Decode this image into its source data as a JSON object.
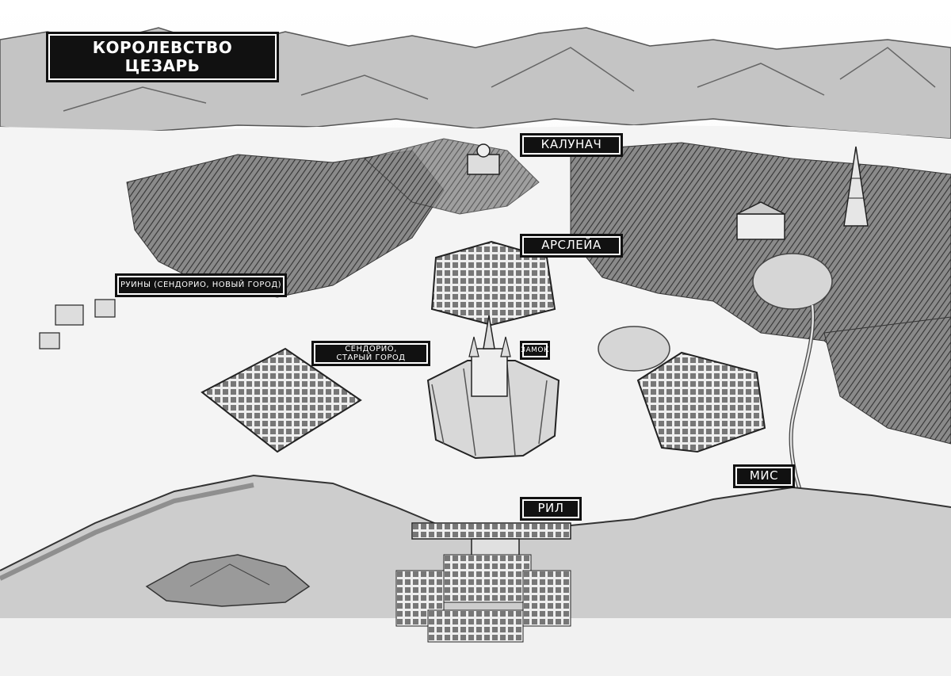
{
  "title": {
    "line1": "КОРОЛЕВСТВО",
    "line2": "ЦЕЗАРЬ"
  },
  "places": {
    "kalunach": "КАЛУНАЧ",
    "arsleya": "АРСЛЕЙА",
    "ruins": "РУИНЫ (СЕНДОРИО, НОВЫЙ ГОРОД)",
    "sendorio_line1": "СЕНДОРИО,",
    "sendorio_line2": "СТАРЫЙ ГОРОД",
    "castle": "ЗАМОК",
    "mis": "МИС",
    "ril": "РИЛ"
  },
  "colors": {
    "ink": "#111111",
    "paper": "#fafafa",
    "water": "#c9c9c9",
    "forest": "#6a6a6a",
    "mountain": "#bdbdbd"
  }
}
